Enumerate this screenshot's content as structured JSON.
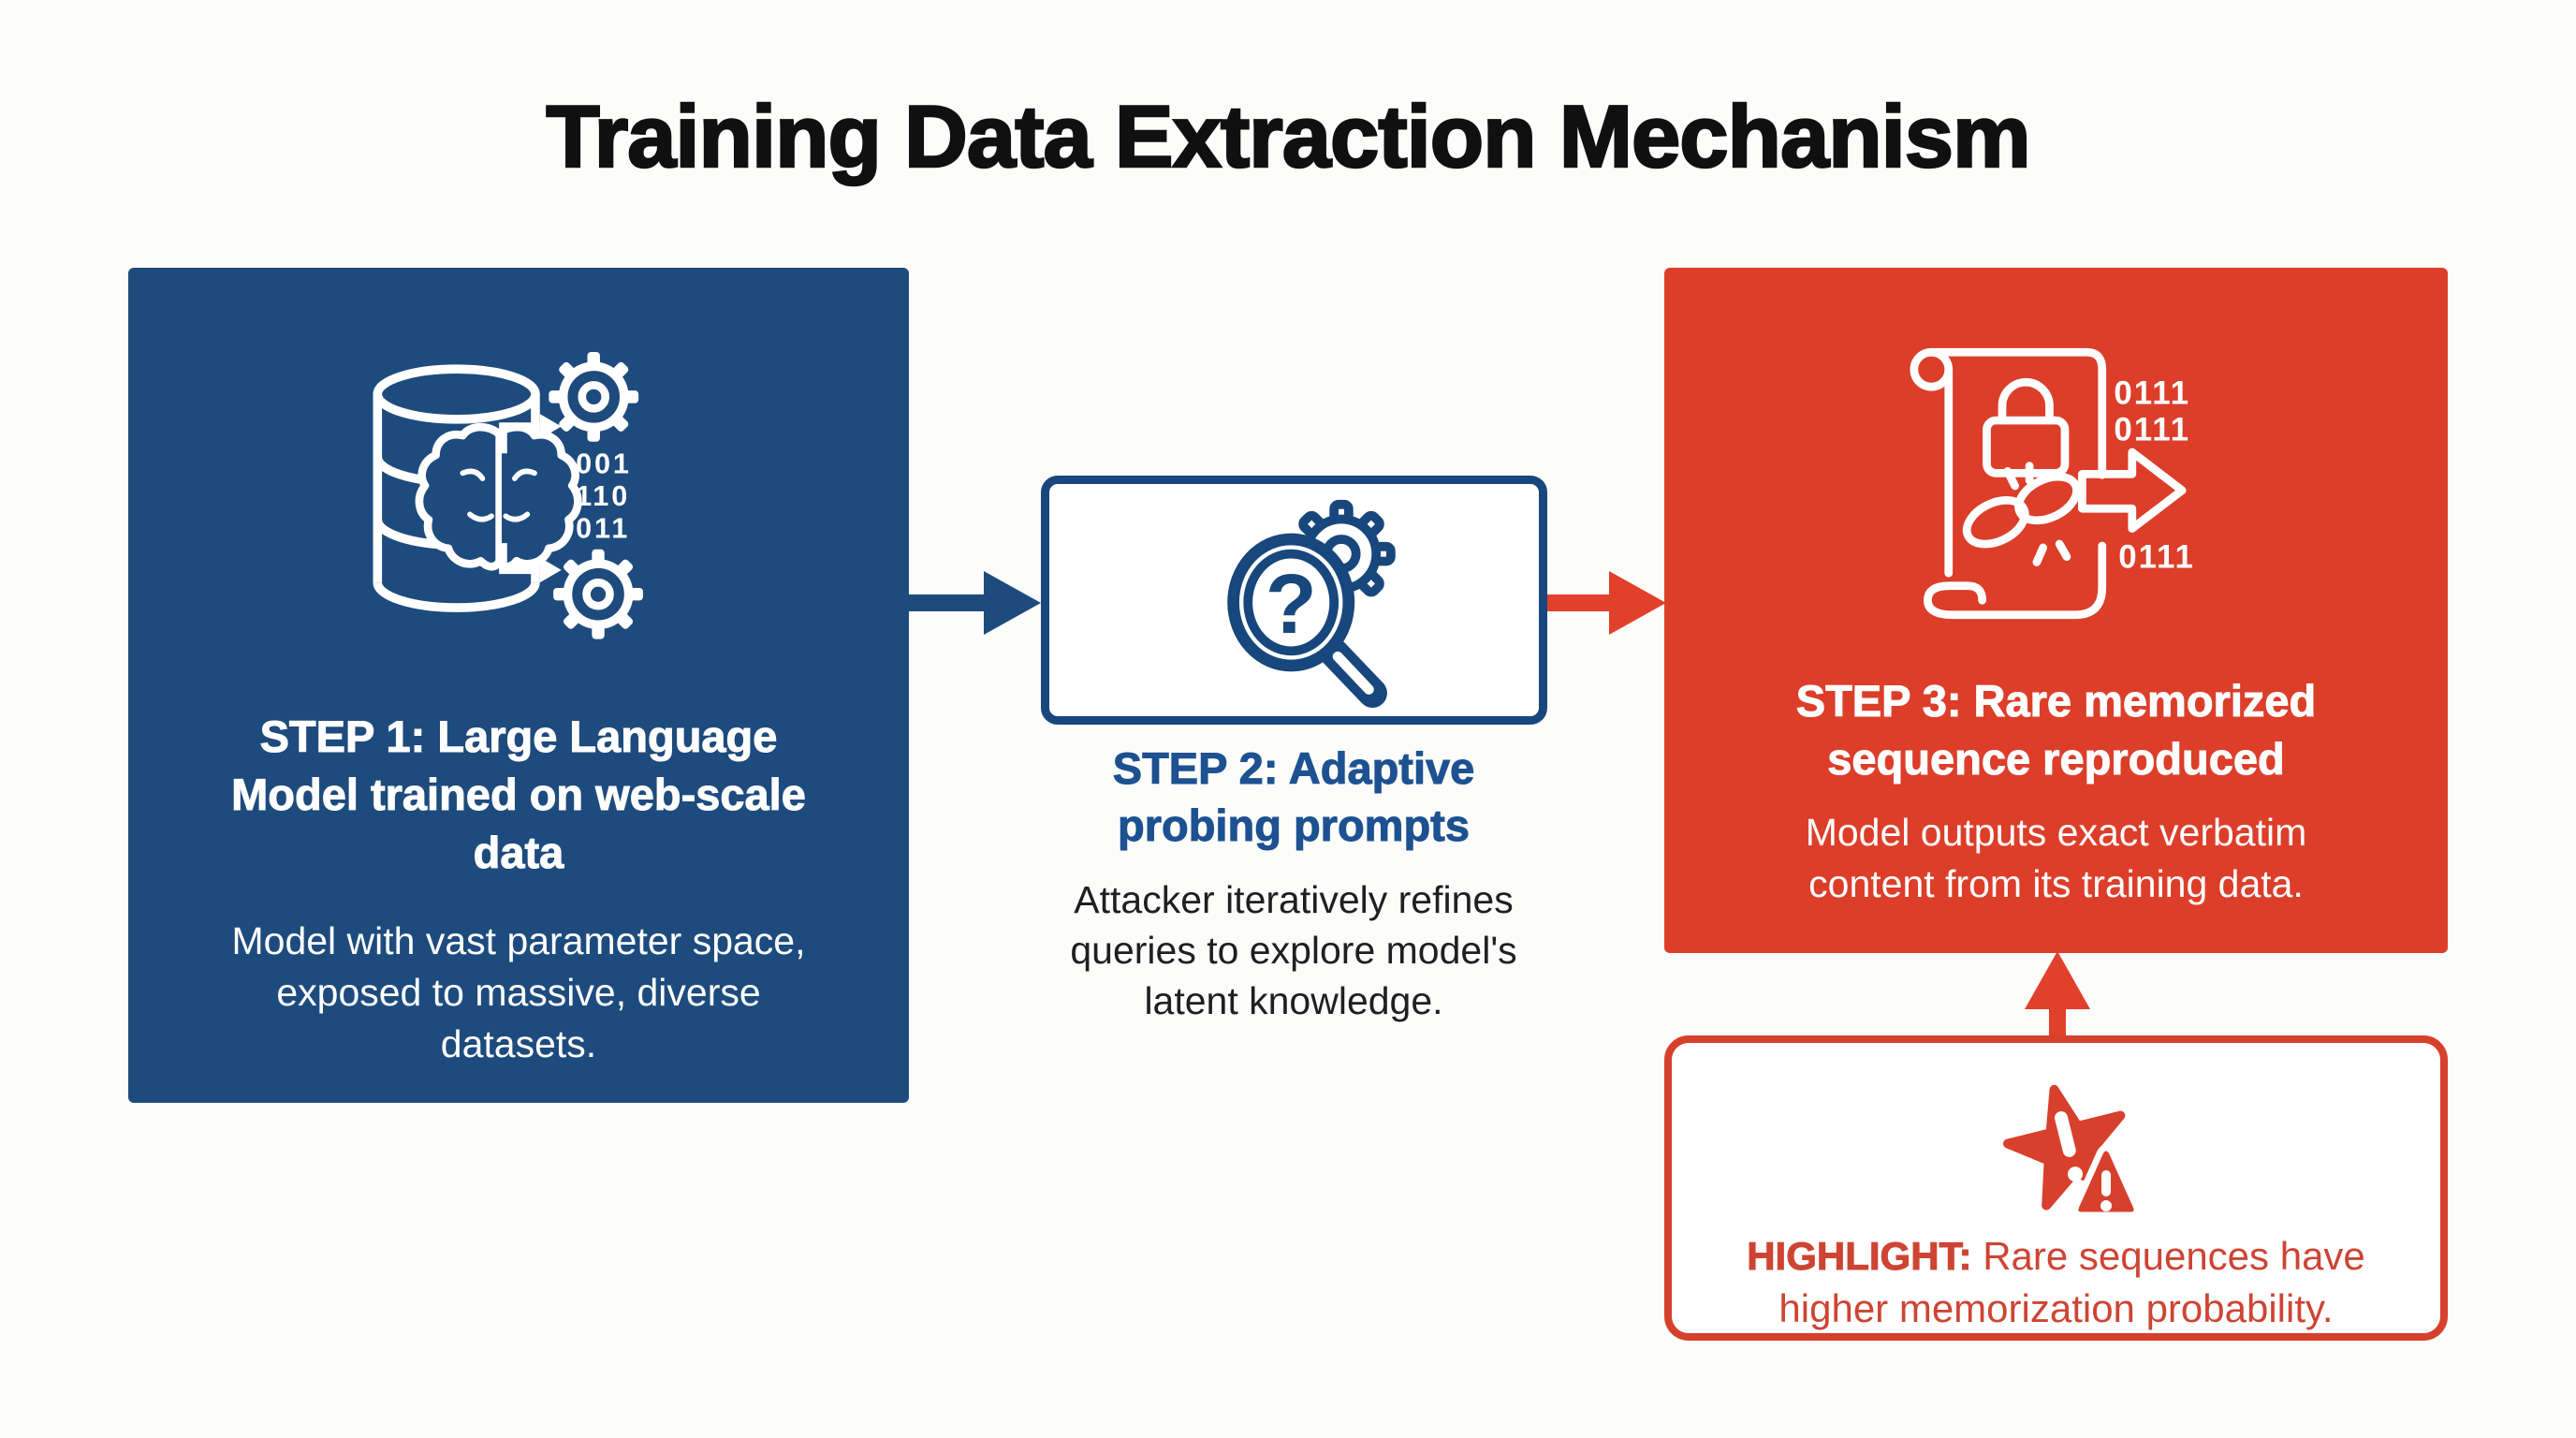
{
  "title": "Training Data Extraction Mechanism",
  "colors": {
    "step1_bg": "#1e4b7d",
    "step3_bg": "#dc3e2a",
    "navy_accent": "#17477c",
    "red_arrow": "#e1402a",
    "highlight_border": "#d7402d",
    "highlight_text": "#ce4433",
    "step2_title": "#1d5191",
    "title_color": "#101010"
  },
  "icons": {
    "step1": "database-brain-gears-binary-icon",
    "step2": "magnifier-question-gear-icon",
    "step2_question_glyph": "?",
    "step3": "scroll-lock-broken-chain-arrow-binary-icon",
    "highlight": "star-warning-exclamation-icon"
  },
  "step1": {
    "title_lines": [
      "STEP 1: Large Language",
      "Model trained on web-scale",
      "data"
    ],
    "body_lines": [
      "Model with vast parameter space,",
      "exposed to massive, diverse",
      "datasets."
    ],
    "icon_binary_rows": [
      "001",
      "110",
      "011"
    ]
  },
  "step2": {
    "title_lines": [
      "STEP 2: Adaptive",
      "probing prompts"
    ],
    "body_lines": [
      "Attacker iteratively refines",
      "queries to explore model's",
      "latent knowledge."
    ]
  },
  "step3": {
    "title_lines": [
      "STEP 3: Rare memorized",
      "sequence reproduced"
    ],
    "body_lines": [
      "Model outputs exact verbatim",
      "content from its training data."
    ],
    "icon_binary_rows": [
      "0111",
      "0111",
      "0111"
    ]
  },
  "highlight": {
    "label": "HIGHLIGHT:",
    "line1_rest": "Rare sequences have",
    "line2": "higher memorization probability."
  }
}
